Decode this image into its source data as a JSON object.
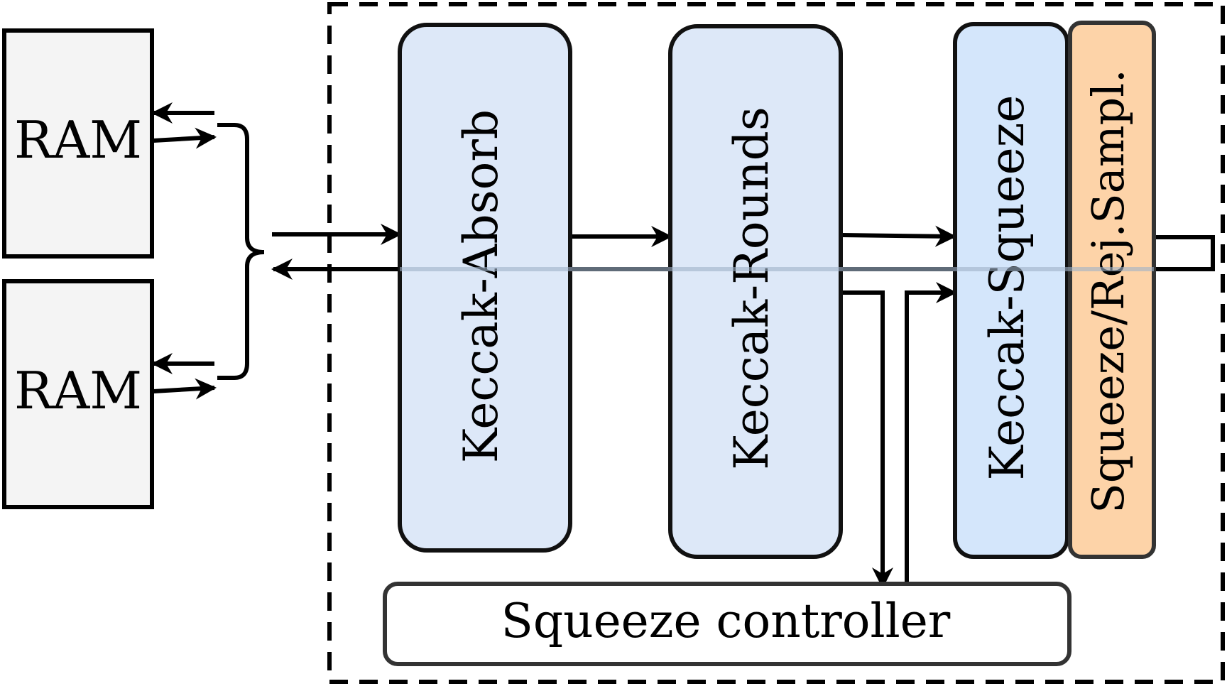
{
  "ram_blocks": [
    {
      "label": "RAM"
    },
    {
      "label": "RAM"
    }
  ],
  "modules": {
    "absorb": {
      "label": "Keccak-Absorb"
    },
    "rounds": {
      "label": "Keccak-Rounds"
    },
    "squeeze": {
      "label": "Keccak-Squeeze"
    },
    "rej_sampl": {
      "label": "Squeeze/Rej.Sampl."
    },
    "controller": {
      "label": "Squeeze controller"
    }
  },
  "colors": {
    "module_fill": "#dde8f8",
    "squeeze_fill": "#d4e6fb",
    "rej_sampl_fill": "#fdd3a8",
    "ram_fill": "#f4f4f4",
    "stroke": "#111111"
  }
}
